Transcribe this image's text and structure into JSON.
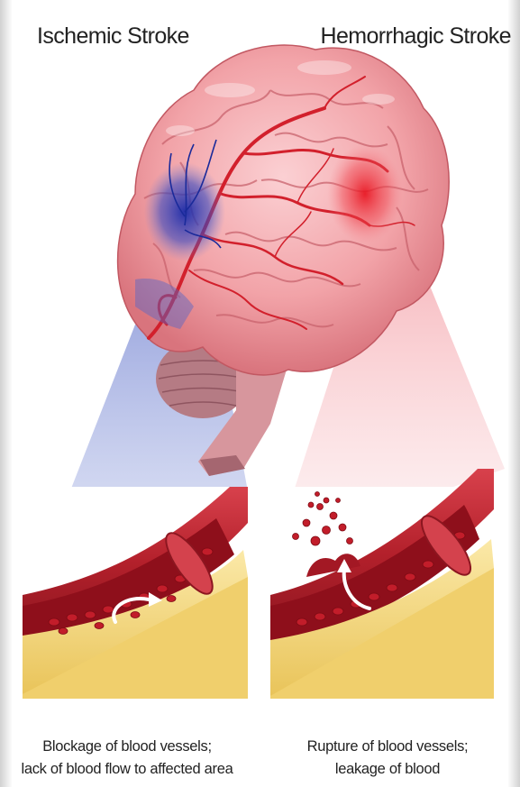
{
  "titles": {
    "left": "Ischemic Stroke",
    "right": "Hemorrhagic Stroke"
  },
  "captions": {
    "left": {
      "line1": "Blockage of blood vessels;",
      "line2": "lack of blood flow to affected area"
    },
    "right": {
      "line1": "Rupture of blood vessels;",
      "line2": "leakage of blood"
    }
  },
  "colors": {
    "ischemic_accent": "#2a3fb0",
    "hemorrhagic_accent": "#e0202a",
    "brain_pink": "#f2a3a8",
    "vessel_red": "#b3202b",
    "plaque_yellow": "#f5d77a"
  },
  "icons": {
    "ischemic_flow_arrow": "curved-arrow-icon",
    "hemorrhagic_flow_arrow": "curved-arrow-icon"
  }
}
